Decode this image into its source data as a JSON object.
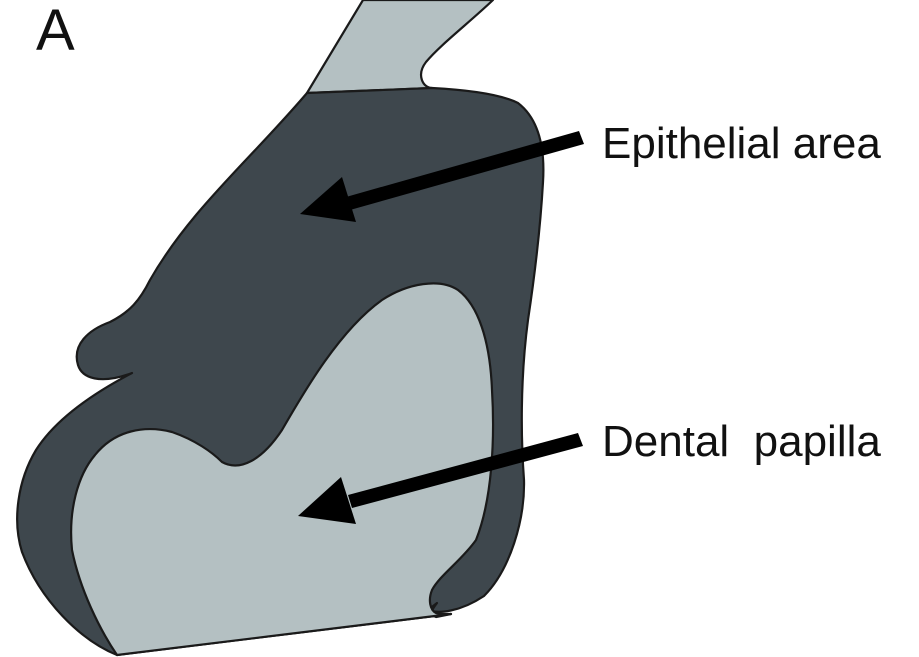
{
  "figure": {
    "panel_label": "A",
    "labels": {
      "epithelial": "Epithelial area",
      "papilla": "Dental  papilla"
    }
  },
  "colors": {
    "epithelial_fill": "#3e474d",
    "papilla_fill": "#b4c0c2",
    "outline": "#1a1a1a",
    "arrow": "#000000",
    "background": "#ffffff"
  }
}
